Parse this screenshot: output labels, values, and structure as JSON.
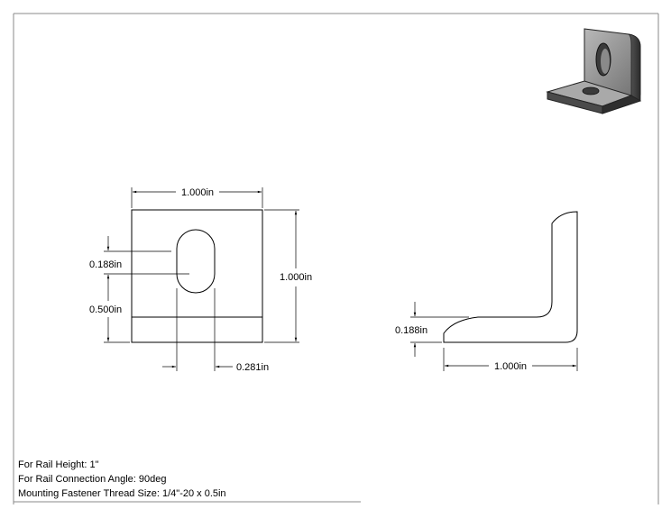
{
  "dimensions": {
    "top_width": "1.000in",
    "slot_offset": "0.188in",
    "slot_height": "0.500in",
    "overall_height": "1.000in",
    "slot_width": "0.281in",
    "side_thickness": "0.188in",
    "side_width": "1.000in"
  },
  "notes": {
    "rail_height": "For Rail Height: 1\"",
    "connection_angle": "For Rail Connection Angle: 90deg",
    "fastener": "Mounting Fastener Thread Size: 1/4\"-20 x 0.5in"
  }
}
